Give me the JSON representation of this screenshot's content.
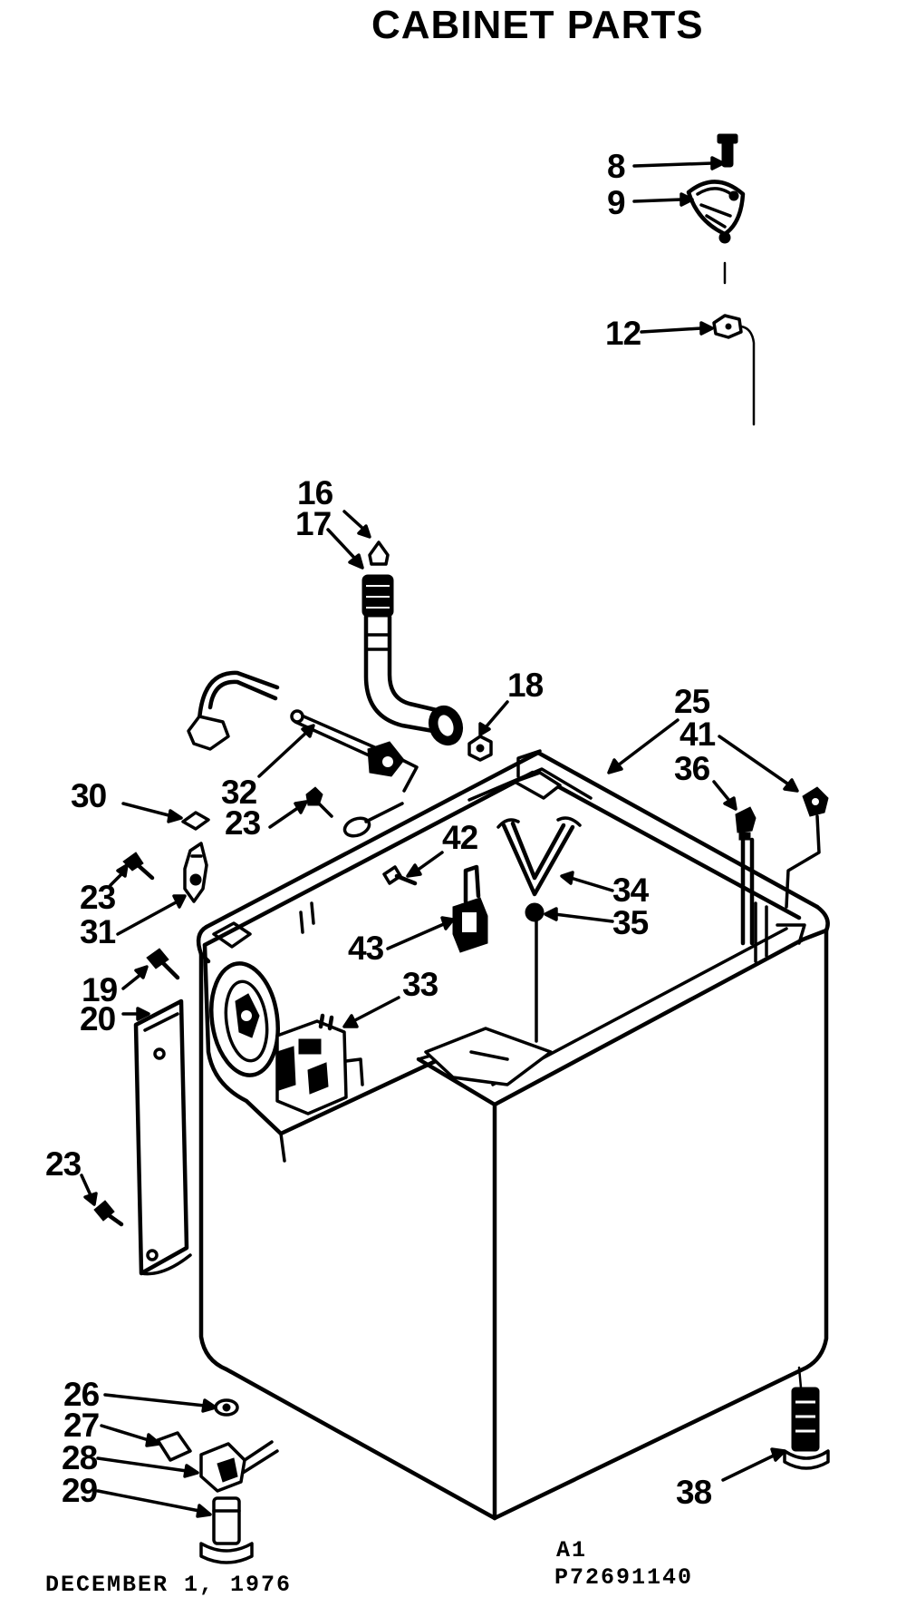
{
  "title": "CABINET PARTS",
  "callouts": {
    "c8": "8",
    "c9": "9",
    "c12": "12",
    "c16": "16",
    "c17": "17",
    "c18": "18",
    "c25": "25",
    "c41": "41",
    "c36": "36",
    "c30": "30",
    "c32": "32",
    "c23a": "23",
    "c42": "42",
    "c34": "34",
    "c35": "35",
    "c23b": "23",
    "c31": "31",
    "c43": "43",
    "c33": "33",
    "c19": "19",
    "c20": "20",
    "c23c": "23",
    "c26": "26",
    "c27": "27",
    "c28": "28",
    "c29": "29",
    "c38": "38"
  },
  "footer": {
    "date": "DECEMBER 1, 1976",
    "code_line1": "A1",
    "code_line2": "P72691140"
  },
  "colors": {
    "ink": "#000000",
    "paper": "#ffffff"
  }
}
